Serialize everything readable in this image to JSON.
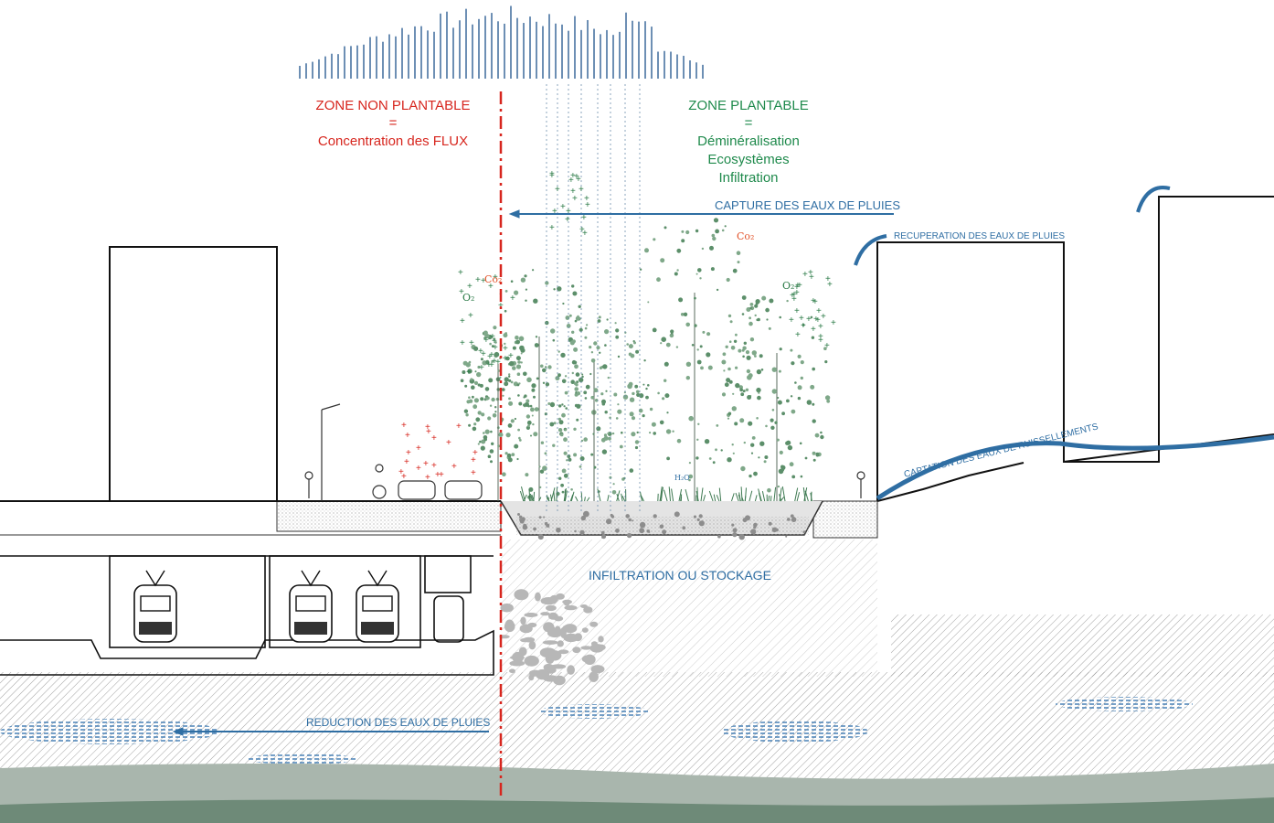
{
  "zones": {
    "non_plantable": {
      "title": "ZONE NON PLANTABLE",
      "equals": "=",
      "line1": "Concentration des FLUX"
    },
    "plantable": {
      "title": "ZONE PLANTABLE",
      "equals": "=",
      "line1": "Déminéralisation",
      "line2": "Ecosystèmes",
      "line3": "Infiltration"
    }
  },
  "water_labels": {
    "capture": "CAPTURE DES EAUX DE PLUIES",
    "recuperation": "RECUPERATION DES EAUX DE PLUIES",
    "captation": "CAPTATION DES EAUX DE RUISSELLEMENTS",
    "infiltration": "INFILTRATION OU STOCKAGE",
    "reduction": "REDUCTION DES EAUX DE PLUIES"
  },
  "chem_labels": {
    "co2_left": "Co₂",
    "co2_right": "Co₂",
    "o2_left": "O₂",
    "o2_right": "O₂",
    "h2o": "H₂O"
  },
  "colors": {
    "red": "#d7261e",
    "green": "#1f8a4c",
    "blue": "#2f6ea3",
    "ground_dark": "#6e8a78"
  }
}
